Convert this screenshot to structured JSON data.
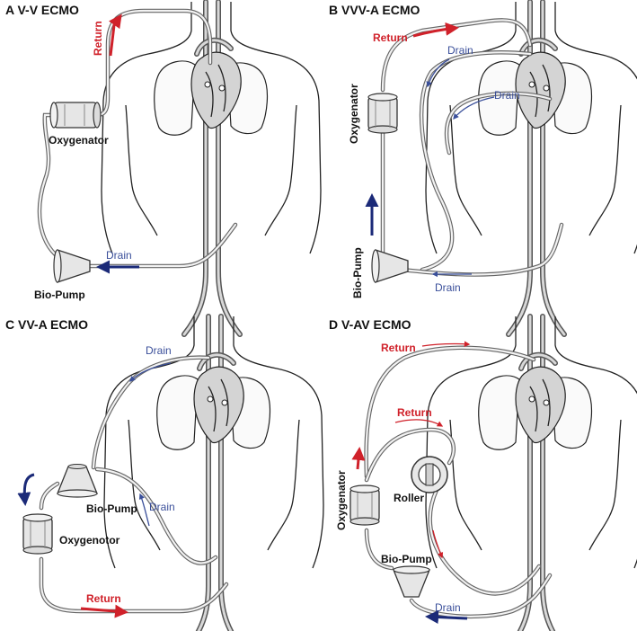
{
  "colors": {
    "return": "#d0212a",
    "drain": "#1b2a78",
    "drain_text": "#3a4f9a",
    "outline": "#222222"
  },
  "panels": {
    "a": {
      "title": "A  V-V ECMO",
      "return": "Return",
      "oxygenator": "Oxygenator",
      "drain": "Drain",
      "pump": "Bio-Pump"
    },
    "b": {
      "title": "B  VVV-A ECMO",
      "return": "Return",
      "drain_upper": "Drain",
      "drain_lower": "Drain",
      "oxygenator": "Oxygenator",
      "pump": "Bio-Pump",
      "drain_bottom": "Drain"
    },
    "c": {
      "title": "C  VV-A ECMO",
      "drain_top": "Drain",
      "pump": "Bio-Pump",
      "drain_mid": "Drain",
      "oxygenator": "Oxygenotor",
      "return": "Return"
    },
    "d": {
      "title": "D  V-AV ECMO",
      "return_top": "Return",
      "return_mid": "Return",
      "oxygenator": "Oxygenator",
      "roller": "Roller",
      "pump": "Bio-Pump",
      "drain": "Drain"
    }
  }
}
